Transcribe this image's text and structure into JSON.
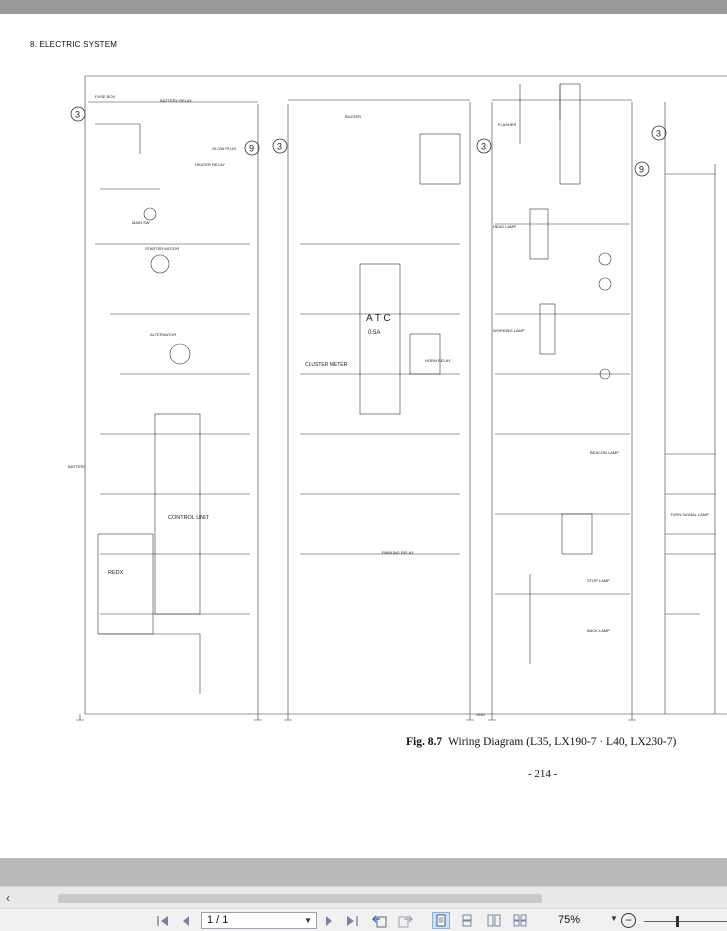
{
  "document": {
    "section_header": "8. ELECTRIC SYSTEM",
    "figure_number": "Fig. 8.7",
    "figure_title": "Wiring Diagram (L35, LX190-7 · L40, LX230-7)",
    "page_number": "- 214 -"
  },
  "diagram": {
    "circled_numbers": [
      "3",
      "9",
      "3",
      "3",
      "3",
      "9"
    ],
    "labels": {
      "atc": "A T C",
      "atc_fuse": "0.5A",
      "cluster_meter": "CLUSTER METER",
      "control_unit": "CONTROL UNIT",
      "redx": "REDX",
      "alternator": "ALTERNATOR",
      "starter_motor": "STARTER MOTOR",
      "battery": "BATTERY",
      "battery_relay": "BATTERY RELAY",
      "main_sw": "MAIN SW",
      "heater_relay": "HEATER RELAY",
      "glow_plug": "GLOW PLUG",
      "parking_relay": "PARKING RELAY",
      "buzzer": "BUZZER",
      "horn_relay": "HORN RELAY",
      "flasher": "FLASHER",
      "head_lamp": "HEAD LAMP",
      "stop_lamp": "STOP LAMP",
      "back_lamp": "BACK LAMP",
      "turn_signal_lamp": "TURN SIGNAL LAMP",
      "working_lamp": "WORKING LAMP",
      "beacon_lamp": "BEACON LAMP",
      "fuse_box": "FUSE BOX",
      "gnd": "GND"
    }
  },
  "viewer": {
    "page_field": "1 / 1",
    "zoom": "75%"
  }
}
